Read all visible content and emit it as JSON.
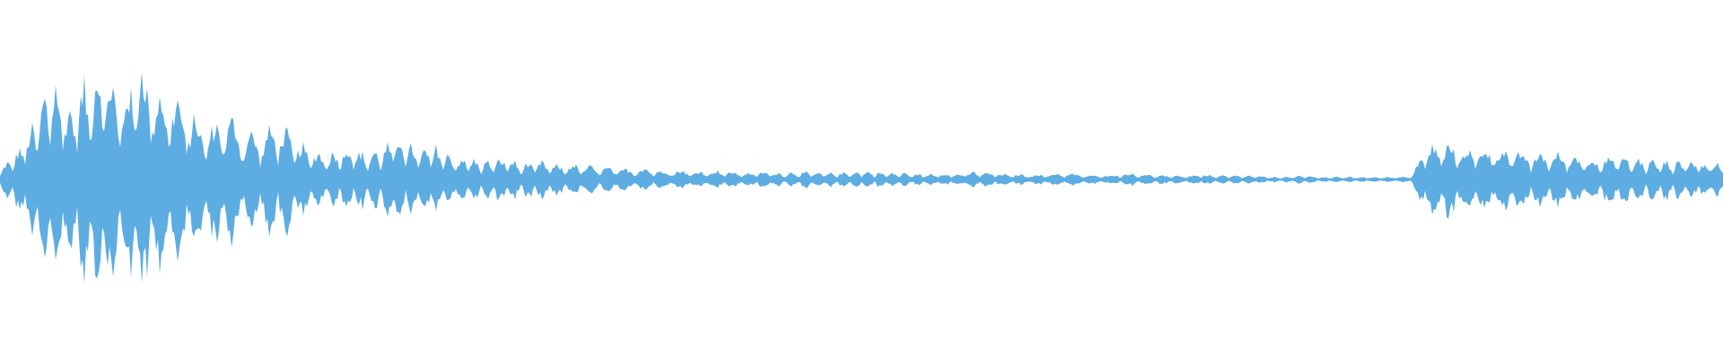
{
  "colors": {
    "background": "#ffffff",
    "waveform": "#5dade2"
  },
  "waveform": {
    "description_free": true,
    "amplitude_envelope": [
      0.08,
      0.22,
      0.45,
      0.82,
      0.55,
      0.78,
      0.92,
      0.6,
      0.95,
      0.7,
      0.66,
      0.5,
      0.4,
      0.52,
      0.38,
      0.34,
      0.44,
      0.3,
      0.22,
      0.2,
      0.26,
      0.2,
      0.24,
      0.34,
      0.22,
      0.26,
      0.18,
      0.16,
      0.14,
      0.17,
      0.12,
      0.14,
      0.11,
      0.12,
      0.1,
      0.09,
      0.08,
      0.09,
      0.07,
      0.07,
      0.06,
      0.07,
      0.06,
      0.05,
      0.06,
      0.05,
      0.06,
      0.05,
      0.05,
      0.06,
      0.06,
      0.05,
      0.05,
      0.04,
      0.05,
      0.04,
      0.06,
      0.05,
      0.04,
      0.04,
      0.04,
      0.05,
      0.04,
      0.03,
      0.04,
      0.05,
      0.04,
      0.03,
      0.03,
      0.04,
      0.03,
      0.03,
      0.03,
      0.02,
      0.02,
      0.03,
      0.02,
      0.02,
      0.02,
      0.02,
      0.02,
      0.02,
      0.26,
      0.28,
      0.25,
      0.24,
      0.26,
      0.22,
      0.2,
      0.21,
      0.19,
      0.18,
      0.17,
      0.18,
      0.16,
      0.15,
      0.14,
      0.15,
      0.13,
      0.12
    ]
  }
}
